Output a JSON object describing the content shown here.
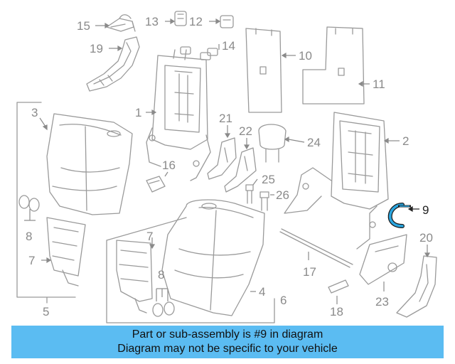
{
  "parts": [
    {
      "id": "15",
      "label": "15"
    },
    {
      "id": "13",
      "label": "13"
    },
    {
      "id": "12",
      "label": "12"
    },
    {
      "id": "19",
      "label": "19"
    },
    {
      "id": "14",
      "label": "14"
    },
    {
      "id": "10",
      "label": "10"
    },
    {
      "id": "11",
      "label": "11"
    },
    {
      "id": "3",
      "label": "3"
    },
    {
      "id": "1",
      "label": "1"
    },
    {
      "id": "21",
      "label": "21"
    },
    {
      "id": "22",
      "label": "22"
    },
    {
      "id": "24",
      "label": "24"
    },
    {
      "id": "2",
      "label": "2"
    },
    {
      "id": "16",
      "label": "16"
    },
    {
      "id": "25",
      "label": "25"
    },
    {
      "id": "26",
      "label": "26"
    },
    {
      "id": "9",
      "label": "9"
    },
    {
      "id": "8a",
      "label": "8"
    },
    {
      "id": "7a",
      "label": "7"
    },
    {
      "id": "7b",
      "label": "7"
    },
    {
      "id": "8b",
      "label": "8"
    },
    {
      "id": "20",
      "label": "20"
    },
    {
      "id": "17",
      "label": "17"
    },
    {
      "id": "4",
      "label": "4"
    },
    {
      "id": "6",
      "label": "6"
    },
    {
      "id": "23",
      "label": "23"
    },
    {
      "id": "5",
      "label": "5"
    },
    {
      "id": "18",
      "label": "18"
    }
  ],
  "highlight": {
    "part": "9",
    "color": "#2aa6e0"
  },
  "colors": {
    "lines": "#9a9a9a",
    "banner": "#5bbcf2"
  },
  "banner": {
    "line1": "Part or sub-assembly is #9 in diagram",
    "line2": "Diagram may not be specific to your vehicle"
  }
}
